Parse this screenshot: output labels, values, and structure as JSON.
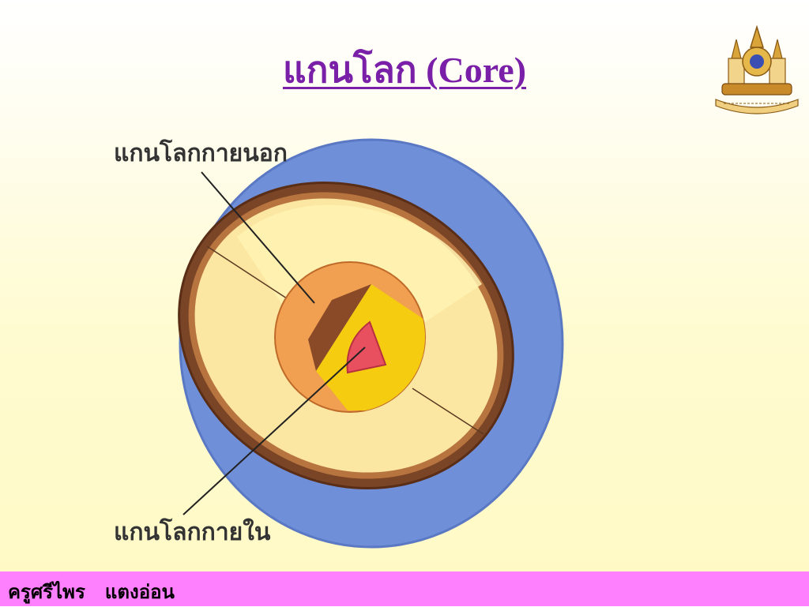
{
  "slide": {
    "title": "แกนโลก (Core)"
  },
  "diagram": {
    "outer_core_label": "แกนโลกกายนอก",
    "inner_core_label": "แกนโลกกายใน"
  },
  "footer": {
    "author": "ครูศรีไพร   แตงอ่อน"
  },
  "colors": {
    "title": "#7a1fa8",
    "footer_bar": "#ff80ff",
    "blue_surface": "#6f8fd8",
    "crust": "#7a4426",
    "mantle": "#fbeaa0",
    "outer_core": "#f0a050",
    "outer_core_cut": "#f5cc10",
    "inner_core": "#e85060"
  }
}
